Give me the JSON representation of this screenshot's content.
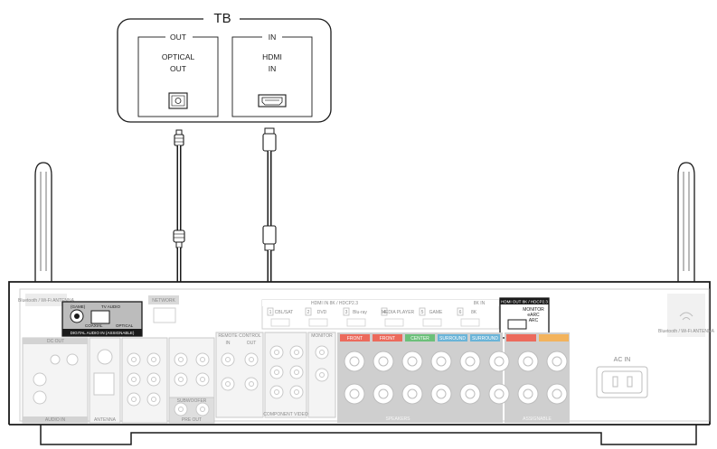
{
  "tv": {
    "title": "TB",
    "out_header": "OUT",
    "in_header": "IN",
    "optical_label": [
      "OPTICAL",
      "OUT"
    ],
    "hdmi_label": [
      "HDMI",
      "IN"
    ]
  },
  "receiver": {
    "bluetooth_label_left": "Bluetooth / Wi-Fi ANTENNA",
    "bluetooth_label_right": "Bluetooth / Wi-Fi ANTENNA",
    "digital_audio": {
      "coaxial_top": "(GAME)",
      "tv_audio": "TV AUDIO",
      "coaxial": "COAXIAL",
      "optical": "OPTICAL",
      "footer": "DIGITAL AUDIO IN (ASSIGNABLE)"
    },
    "network": "NETWORK",
    "hdmi_in_header": "HDMI IN  8K / HDCP2.3",
    "hdmi_inputs": [
      "CBL/SAT",
      "DVD",
      "Blu-ray",
      "MEDIA PLAYER",
      "GAME",
      "8K"
    ],
    "hdmi_input_numbers": [
      "1",
      "2",
      "3",
      "4",
      "5",
      "6"
    ],
    "hdmi_8k_in": "8K IN",
    "hdmi_out": {
      "header": "HDMI OUT  8K / HDCP2.3",
      "lines": [
        "MONITOR",
        "eARC",
        "ARC"
      ]
    },
    "dc_out": "DC OUT",
    "remote_control": "REMOTE CONTROL",
    "remote_in": "IN",
    "remote_out": "OUT",
    "antenna": "ANTENNA",
    "audio_in": "AUDIO IN",
    "pre_out": "PRE OUT",
    "subwoofer": "SUBWOOFER",
    "component_video": "COMPONENT VIDEO",
    "monitor_out": "MONITOR",
    "speakers_label": "SPEAKERS",
    "speaker_groups": [
      "FRONT",
      "FRONT",
      "CENTER",
      "SURROUND",
      "SURROUND"
    ],
    "assignable": "ASSIGNABLE",
    "ac_in": "AC IN"
  },
  "colors": {
    "line": "#1a1a1a",
    "panel_gray": "#d9d9d9",
    "front_red": "#ec6a5c",
    "center_green": "#6cc07a",
    "surround_blue": "#6ab4d8",
    "assign_orange": "#f3b35c"
  }
}
